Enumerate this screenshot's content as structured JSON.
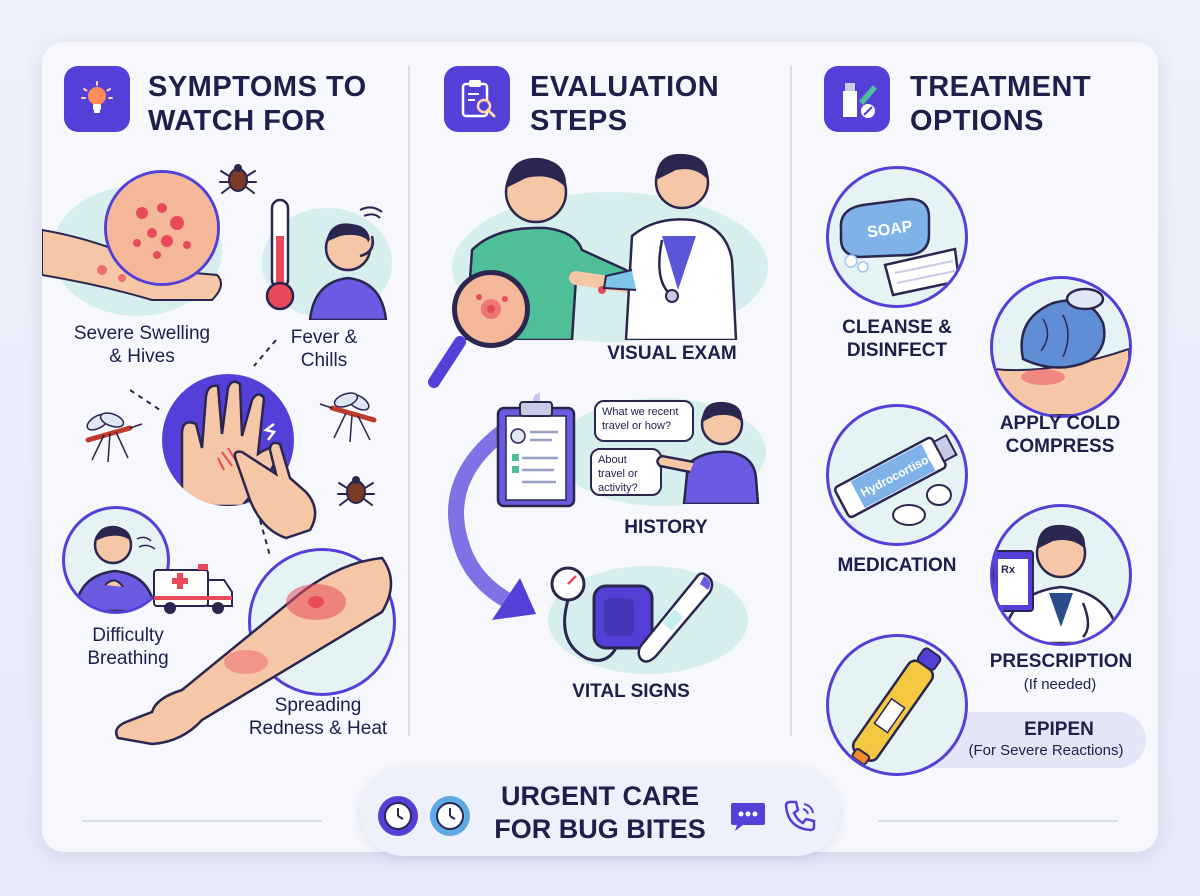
{
  "columns": {
    "symptoms": {
      "title_line1": "SYMPTOMS TO",
      "title_line2": "WATCH FOR",
      "icon": "lightbulb-icon",
      "items": [
        {
          "line1": "Severe Swelling",
          "line2": "& Hives"
        },
        {
          "line1": "Fever &",
          "line2": "Chills"
        },
        {
          "line1": "Difficulty",
          "line2": "Breathing"
        },
        {
          "line1": "Spreading",
          "line2": "Redness & Heat"
        }
      ]
    },
    "evaluation": {
      "title_line1": "EVALUATION",
      "title_line2": "STEPS",
      "icon": "clipboard-search-icon",
      "steps": [
        {
          "label": "VISUAL EXAM"
        },
        {
          "label": "HISTORY",
          "bubble1": "What we recent travel or how?",
          "bubble2": "About travel or activity?"
        },
        {
          "label": "VITAL SIGNS"
        }
      ]
    },
    "treatment": {
      "title_line1": "TREATMENT",
      "title_line2": "OPTIONS",
      "icon": "ointment-tube-icon",
      "items": [
        {
          "line1": "CLEANSE &",
          "line2": "DISINFECT",
          "tag": "SOAP"
        },
        {
          "line1": "APPLY COLD",
          "line2": "COMPRESS"
        },
        {
          "line1": "MEDICATION",
          "tag": "Hydrocortisone"
        },
        {
          "line1": "PRESCRIPTION",
          "note": "(If needed)"
        },
        {
          "line1": "EPIPEN",
          "note": "(For Severe Reactions)"
        }
      ]
    }
  },
  "footer": {
    "line1": "URGENT CARE",
    "line2": "FOR BUG BITES",
    "icons": [
      "clock-icon",
      "clock-icon",
      "chat-icon",
      "phone-icon"
    ]
  },
  "colors": {
    "accent": "#5440d8",
    "teal": "#d6efee",
    "skin": "#f6c7a6",
    "rash": "#e84a5a",
    "text": "#1e1f4b"
  }
}
